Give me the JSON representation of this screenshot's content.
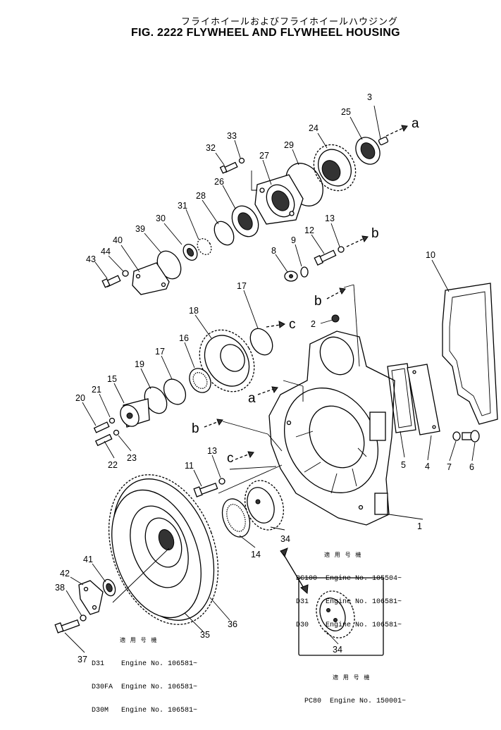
{
  "title_jp": "フライホイールおよびフライホイールハウジング",
  "title_en": "FIG. 2222  FLYWHEEL AND FLYWHEEL HOUSING",
  "callouts": [
    "1",
    "2",
    "3",
    "4",
    "5",
    "6",
    "7",
    "8",
    "9",
    "10",
    "11",
    "12",
    "13",
    "13",
    "14",
    "15",
    "16",
    "17",
    "17",
    "18",
    "19",
    "20",
    "21",
    "22",
    "23",
    "24",
    "25",
    "26",
    "27",
    "28",
    "29",
    "30",
    "31",
    "32",
    "33",
    "34",
    "34",
    "35",
    "36",
    "37",
    "38",
    "39",
    "40",
    "41",
    "42",
    "43",
    "44"
  ],
  "arrow_labels": [
    "a",
    "a",
    "b",
    "b",
    "b",
    "c",
    "c"
  ],
  "applicability_1": {
    "header": "適 用 号 機",
    "lines": [
      "BC100  Engine No. 105504~",
      "D31    Engine No. 106581~",
      "D30    Engine No. 106581~"
    ]
  },
  "applicability_2": {
    "header": "適 用 号 機",
    "lines": [
      "D31    Engine No. 106581~",
      "D30FA  Engine No. 106581~",
      "D30M   Engine No. 106581~"
    ]
  },
  "applicability_3": {
    "header": "適 用 号 機",
    "lines": [
      "PC80  Engine No. 150001~"
    ]
  }
}
